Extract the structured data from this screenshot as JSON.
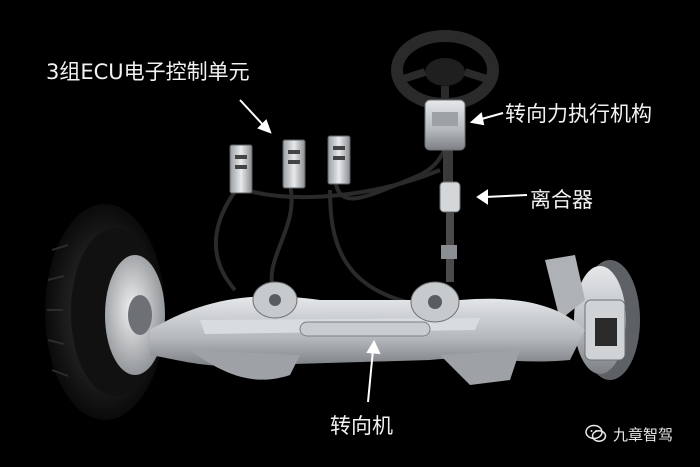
{
  "labels": {
    "ecu": "3组ECU电子控制单元",
    "actuator": "转向力执行机构",
    "clutch": "离合器",
    "gear": "转向机"
  },
  "watermark": {
    "text": "九章智驾",
    "icon": "wechat-icon"
  },
  "colors": {
    "background": "#000000",
    "text": "#f2f2f2",
    "metal": "#bfc3c7"
  }
}
